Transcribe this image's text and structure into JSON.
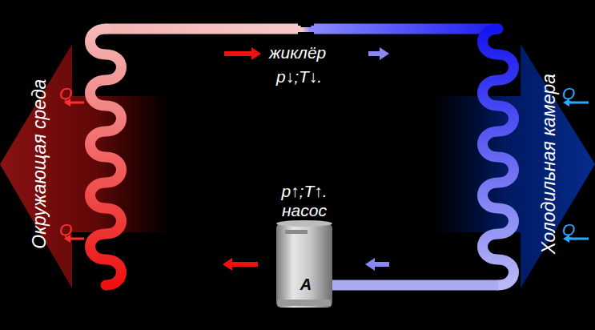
{
  "diagram": {
    "nodes": [
      {
        "text": [
          "p↑;T↑. насос",
          "A"
        ]
      }
    ],
    "labels": [
      "жиклёр",
      "p↓;T↓.",
      "Окружающая среда",
      "Холодильная камера",
      "Q",
      "Q",
      "Q",
      "Q"
    ]
  }
}
